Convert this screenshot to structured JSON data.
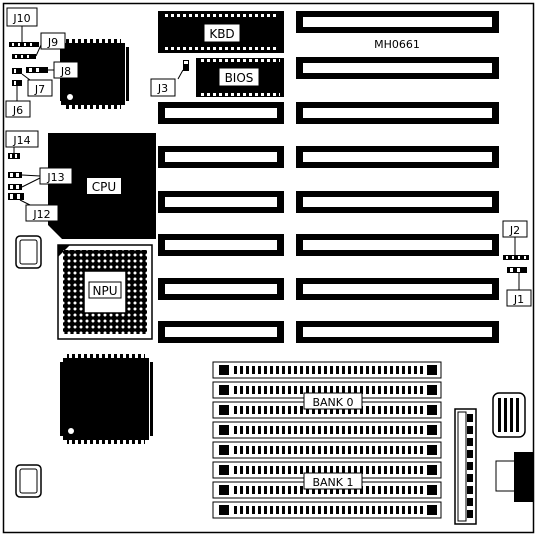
{
  "board": {
    "model": "MH0661",
    "labels": {
      "kbd": "KBD",
      "bios": "BIOS",
      "cpu": "CPU",
      "npu": "NPU",
      "bank0": "BANK 0",
      "bank1": "BANK 1"
    },
    "jumpers": {
      "j1": "J1",
      "j2": "J2",
      "j3": "J3",
      "j6": "J6",
      "j7": "J7",
      "j8": "J8",
      "j9": "J9",
      "j10": "J10",
      "j12": "J12",
      "j13": "J13",
      "j14": "J14"
    }
  },
  "colors": {
    "ink": "#000000",
    "paper": "#ffffff"
  }
}
